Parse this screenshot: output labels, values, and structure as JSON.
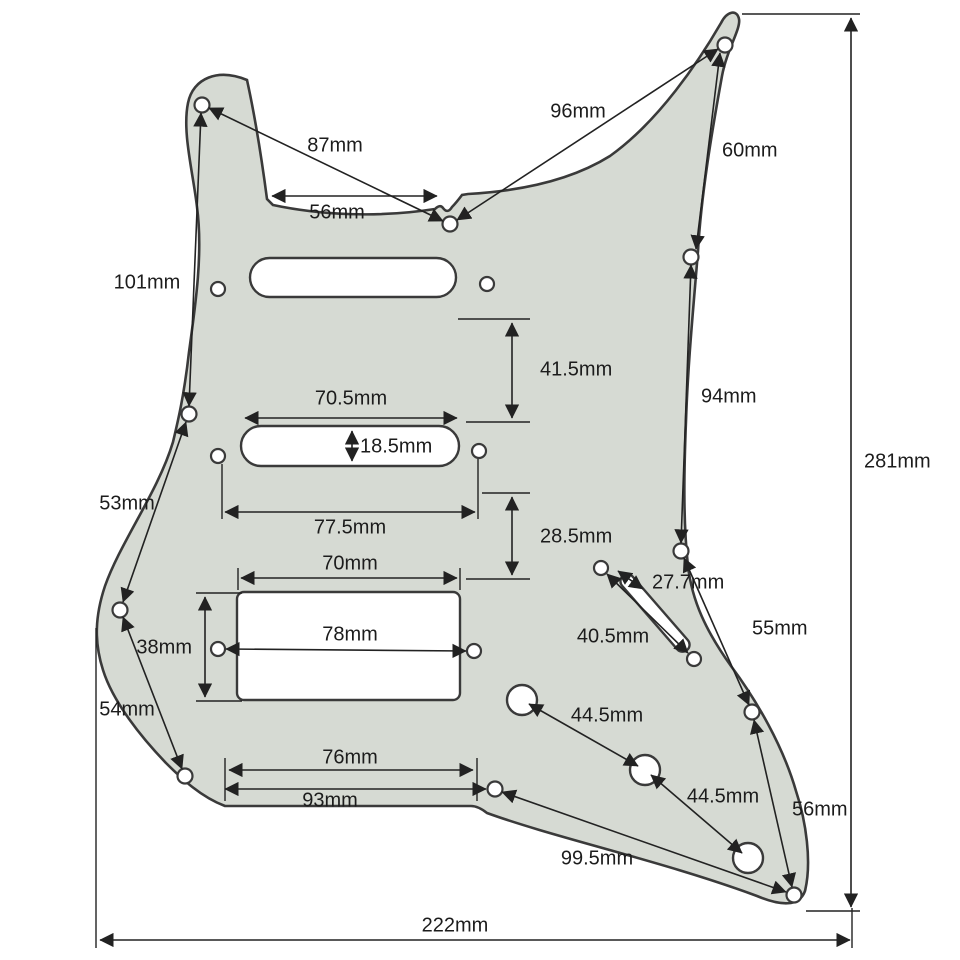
{
  "diagram": {
    "colors": {
      "background": "#ffffff",
      "pickguard_fill": "#d6dad3",
      "outline": "#3a3a3a",
      "dimension_line": "#222222"
    },
    "labels": {
      "d96": "96mm",
      "d87": "87mm",
      "d56_neck": "56mm",
      "d60": "60mm",
      "d101": "101mm",
      "d41_5": "41.5mm",
      "d70_5": "70.5mm",
      "d18_5": "18.5mm",
      "d94": "94mm",
      "d281": "281mm",
      "d53": "53mm",
      "d77_5": "77.5mm",
      "d28_5": "28.5mm",
      "d70": "70mm",
      "d27_7": "27.7mm",
      "d40_5": "40.5mm",
      "d38": "38mm",
      "d78": "78mm",
      "d55": "55mm",
      "d54": "54mm",
      "d44_5_upper": "44.5mm",
      "d44_5_lower": "44.5mm",
      "d76": "76mm",
      "d93": "93mm",
      "d56_lower": "56mm",
      "d99_5": "99.5mm",
      "d222": "222mm"
    }
  }
}
